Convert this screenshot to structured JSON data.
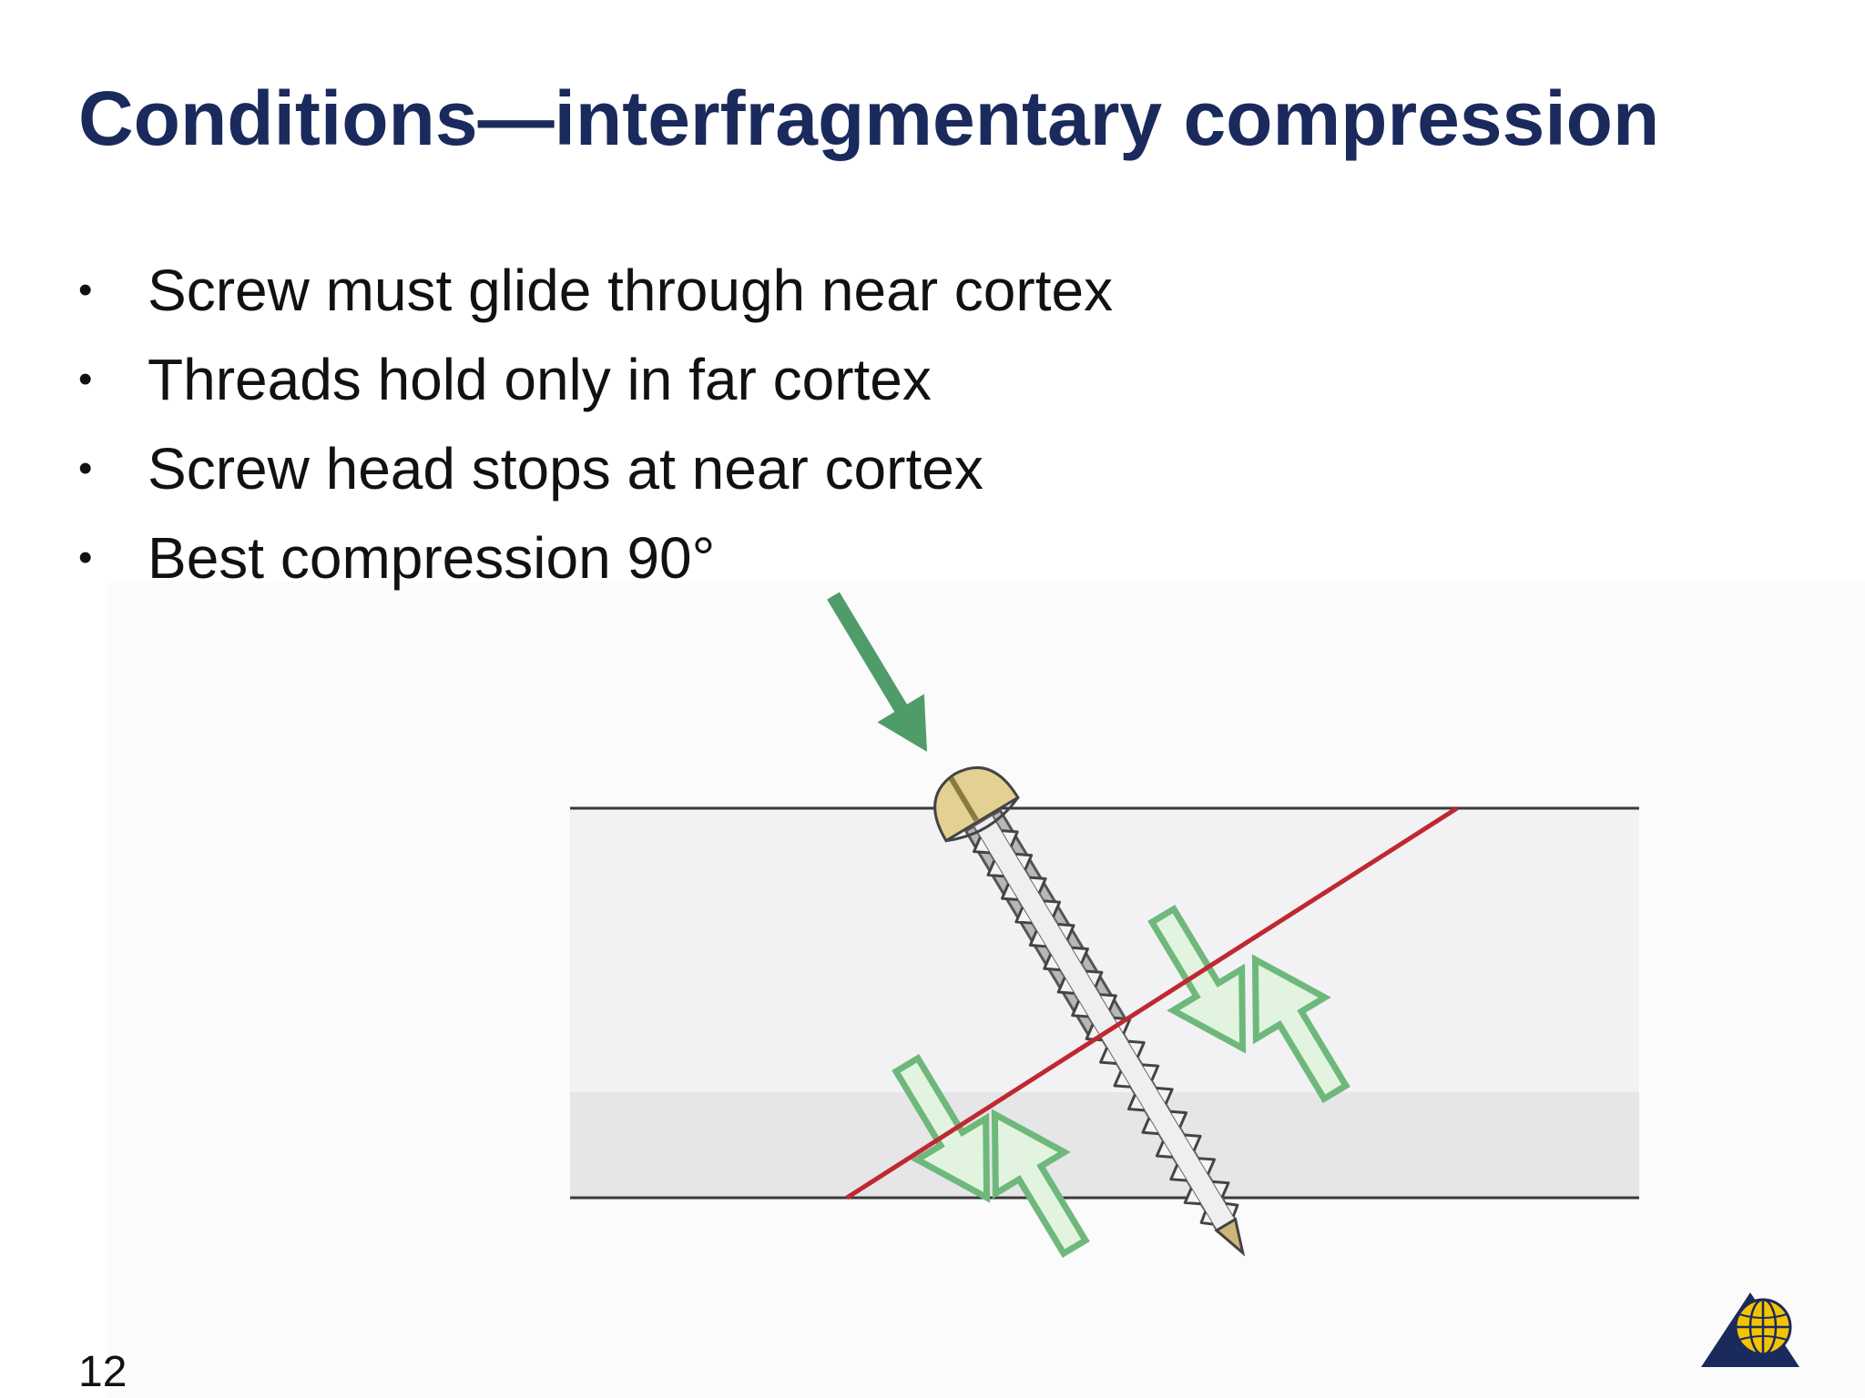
{
  "slide": {
    "title": "Conditions—interfragmentary compression",
    "bullets": [
      "Screw must glide through near cortex",
      "Threads hold only in far cortex",
      "Screw head stops at near cortex",
      "Best compression 90°"
    ],
    "bullet_symbol": "•",
    "page_number": "12"
  },
  "colors": {
    "title": "#1b2a5c",
    "fracture_line": "#c0282f",
    "insertion_arrow": "#4f9c6a",
    "compression_arrow_fill": "#e2f4df",
    "compression_arrow_stroke": "#6fb87c",
    "bone": "#f2f2f4",
    "screw_head": "#d9c48a",
    "logo_triangle": "#1b2a5c",
    "logo_globe": "#f4c400"
  },
  "icons": {
    "insertion": "arrow-down-right-icon",
    "compression": "outline-arrow-icon",
    "logo": "globe-triangle-logo"
  }
}
